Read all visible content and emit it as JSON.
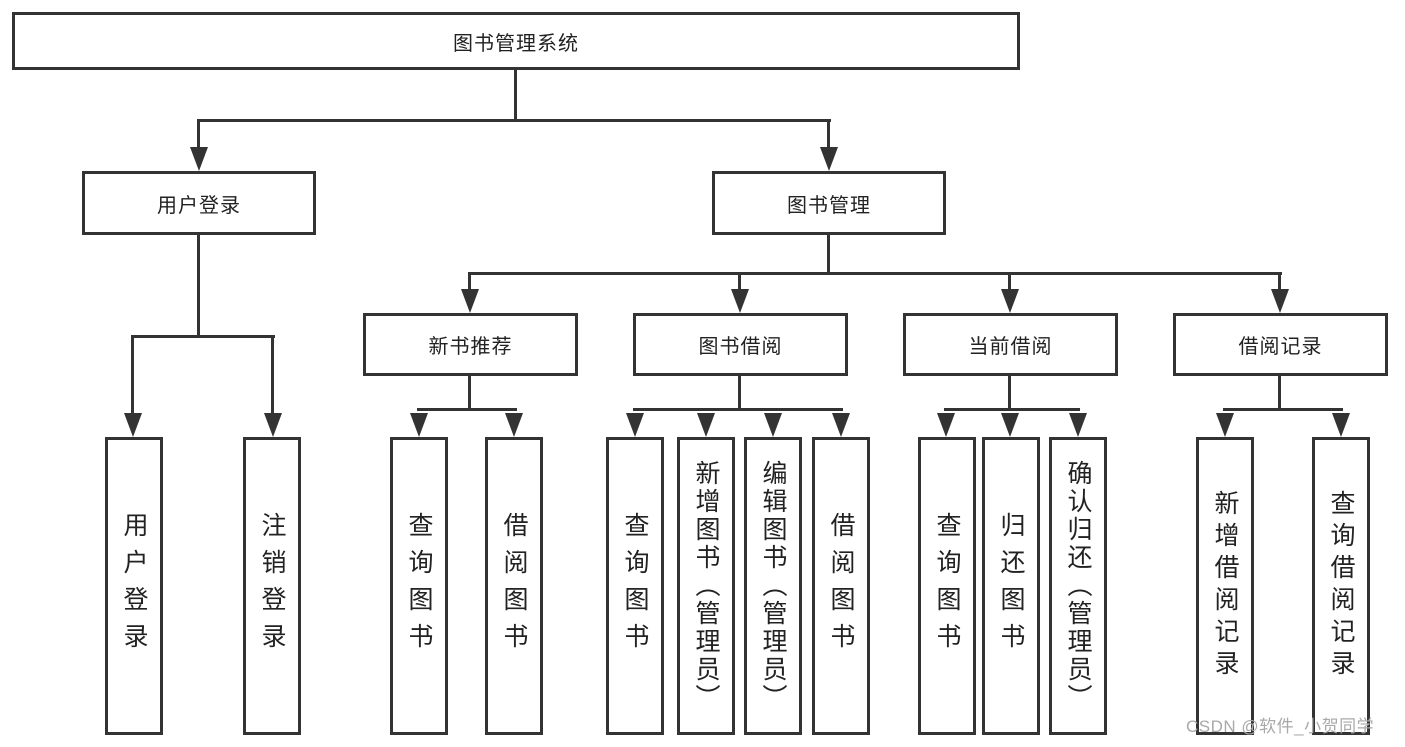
{
  "diagram_title": "图书管理系统",
  "colors": {
    "line": "#333333",
    "box_border": "#333333",
    "text": "#222222",
    "watermark": "#a9a9a9",
    "background": "#ffffff"
  },
  "nodes": {
    "root": {
      "label": "图书管理系统"
    },
    "user_login": {
      "label": "用户登录"
    },
    "book_mgmt": {
      "label": "图书管理"
    },
    "new_book_rec": {
      "label": "新书推荐"
    },
    "book_borrow": {
      "label": "图书借阅"
    },
    "current_borrow": {
      "label": "当前借阅"
    },
    "borrow_record": {
      "label": "借阅记录"
    },
    "leaf_user_login": {
      "label": "用户登录"
    },
    "leaf_logout": {
      "label": "注销登录"
    },
    "leaf_rec_query": {
      "label": "查询图书"
    },
    "leaf_rec_borrow": {
      "label": "借阅图书"
    },
    "leaf_bb_query": {
      "label": "查询图书"
    },
    "leaf_bb_add": {
      "label": "新增图书（管理员）"
    },
    "leaf_bb_edit": {
      "label": "编辑图书（管理员）"
    },
    "leaf_bb_borrow": {
      "label": "借阅图书"
    },
    "leaf_cb_query": {
      "label": "查询图书"
    },
    "leaf_cb_return": {
      "label": "归还图书"
    },
    "leaf_cb_confirm": {
      "label": "确认归还（管理员）"
    },
    "leaf_br_add": {
      "label": "新增借阅记录"
    },
    "leaf_br_query": {
      "label": "查询借阅记录"
    }
  },
  "watermark": {
    "text": "CSDN @软件_小贺同学"
  }
}
